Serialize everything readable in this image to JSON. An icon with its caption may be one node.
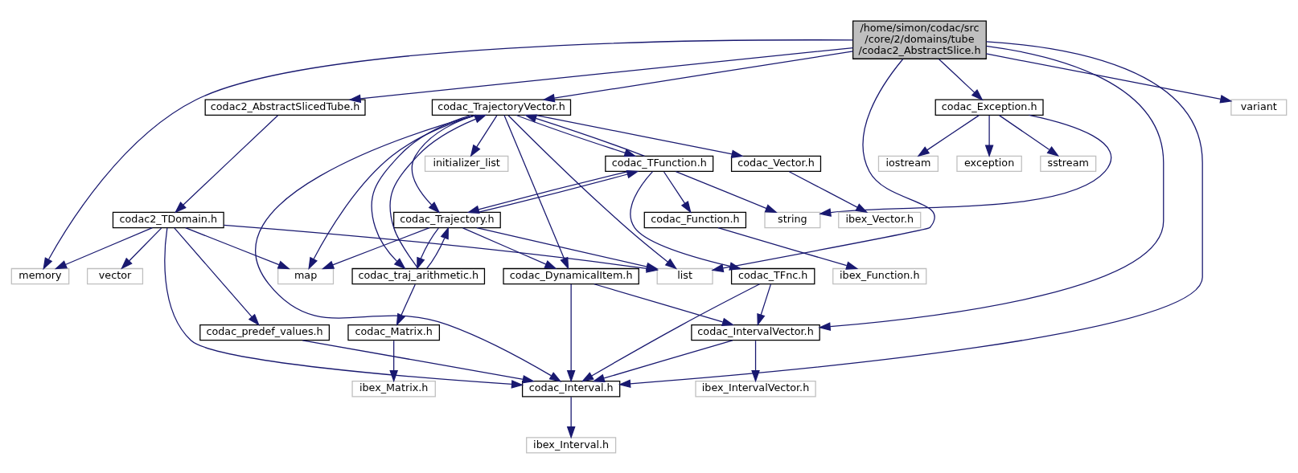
{
  "diagram": {
    "nodes": [
      {
        "text": [
          "/home/simon/codac/src /core/2/domains/tube /codac2_AbstractSlice.h"
        ]
      },
      {
        "text": [
          "codac2_AbstractSlicedTube.h"
        ]
      },
      {
        "text": [
          "codac_TrajectoryVector.h"
        ]
      },
      {
        "text": [
          "codac_Exception.h"
        ]
      },
      {
        "text": [
          "variant"
        ]
      },
      {
        "text": [
          "codac_Vector.h"
        ]
      },
      {
        "text": [
          "initializer_list"
        ]
      },
      {
        "text": [
          "codac_TFunction.h"
        ]
      },
      {
        "text": [
          "sstream"
        ]
      },
      {
        "text": [
          "iostream"
        ]
      },
      {
        "text": [
          "exception"
        ]
      },
      {
        "text": [
          "codac2_TDomain.h"
        ]
      },
      {
        "text": [
          "ibex_Vector.h"
        ]
      },
      {
        "text": [
          "codac_Trajectory.h"
        ]
      },
      {
        "text": [
          "codac_Function.h"
        ]
      },
      {
        "text": [
          "string"
        ]
      },
      {
        "text": [
          "memory"
        ]
      },
      {
        "text": [
          "vector"
        ]
      },
      {
        "text": [
          "map"
        ]
      },
      {
        "text": [
          "list"
        ]
      },
      {
        "text": [
          "codac_DynamicalItem.h"
        ]
      },
      {
        "text": [
          "codac_TFnc.h"
        ]
      },
      {
        "text": [
          "codac_traj_arithmetic.h"
        ]
      },
      {
        "text": [
          "ibex_Function.h"
        ]
      },
      {
        "text": [
          "codac_predef_values.h"
        ]
      },
      {
        "text": [
          "codac_IntervalVector.h"
        ]
      },
      {
        "text": [
          "codac_Matrix.h"
        ]
      },
      {
        "text": [
          "codac_Interval.h"
        ]
      },
      {
        "text": [
          "ibex_IntervalVector.h"
        ]
      },
      {
        "text": [
          "ibex_Matrix.h"
        ]
      },
      {
        "text": [
          "ibex_Interval.h"
        ]
      }
    ],
    "edges": [
      {
        "from": 0,
        "to": 16,
        "arrow": "to"
      },
      {
        "from": 0,
        "to": 27,
        "arrow": "to"
      },
      {
        "from": 0,
        "to": 1,
        "arrow": "to"
      },
      {
        "from": 0,
        "to": 19,
        "arrow": "to"
      },
      {
        "from": 0,
        "to": 2,
        "arrow": "to"
      },
      {
        "from": 0,
        "to": 25,
        "arrow": "to"
      },
      {
        "from": 0,
        "to": 3,
        "arrow": "to"
      },
      {
        "from": 0,
        "to": 4,
        "arrow": "to"
      },
      {
        "from": 1,
        "to": 11,
        "arrow": "to"
      },
      {
        "from": 2,
        "to": 27,
        "arrow": "to"
      },
      {
        "from": 2,
        "to": 18,
        "arrow": "to"
      },
      {
        "from": 2,
        "to": 5,
        "arrow": "to"
      },
      {
        "from": 2,
        "to": 6,
        "arrow": "to"
      },
      {
        "from": 2,
        "to": 19,
        "arrow": "to"
      },
      {
        "from": 2,
        "to": 20,
        "arrow": "to"
      },
      {
        "from": 2,
        "to": 13,
        "arrow": "to"
      },
      {
        "from": 2,
        "to": 7,
        "arrow": "to"
      },
      {
        "from": 2,
        "to": 22,
        "arrow": "to"
      },
      {
        "from": 3,
        "to": 8,
        "arrow": "to"
      },
      {
        "from": 3,
        "to": 9,
        "arrow": "to"
      },
      {
        "from": 3,
        "to": 15,
        "arrow": "to"
      },
      {
        "from": 3,
        "to": 10,
        "arrow": "to"
      },
      {
        "from": 5,
        "to": 12,
        "arrow": "to"
      },
      {
        "from": 7,
        "to": 2,
        "arrow": "to"
      },
      {
        "from": 7,
        "to": 13,
        "arrow": "to"
      },
      {
        "from": 7,
        "to": 21,
        "arrow": "to"
      },
      {
        "from": 7,
        "to": 14,
        "arrow": "to"
      },
      {
        "from": 7,
        "to": 15,
        "arrow": "to"
      },
      {
        "from": 11,
        "to": 16,
        "arrow": "to"
      },
      {
        "from": 11,
        "to": 17,
        "arrow": "to"
      },
      {
        "from": 11,
        "to": 27,
        "arrow": "to"
      },
      {
        "from": 11,
        "to": 24,
        "arrow": "to"
      },
      {
        "from": 11,
        "to": 18,
        "arrow": "to"
      },
      {
        "from": 11,
        "to": 19,
        "arrow": "to"
      },
      {
        "from": 13,
        "to": 7,
        "arrow": "to"
      },
      {
        "from": 13,
        "to": 18,
        "arrow": "to"
      },
      {
        "from": 13,
        "to": 19,
        "arrow": "to"
      },
      {
        "from": 13,
        "to": 20,
        "arrow": "to"
      },
      {
        "from": 13,
        "to": 22,
        "arrow": "to"
      },
      {
        "from": 14,
        "to": 23,
        "arrow": "to"
      },
      {
        "from": 20,
        "to": 27,
        "arrow": "to"
      },
      {
        "from": 20,
        "to": 25,
        "arrow": "to"
      },
      {
        "from": 21,
        "to": 27,
        "arrow": "to"
      },
      {
        "from": 21,
        "to": 25,
        "arrow": "to"
      },
      {
        "from": 22,
        "to": 2,
        "arrow": "to"
      },
      {
        "from": 22,
        "to": 13,
        "arrow": "to"
      },
      {
        "from": 22,
        "to": 26,
        "arrow": "to"
      },
      {
        "from": 24,
        "to": 27,
        "arrow": "to"
      },
      {
        "from": 25,
        "to": 27,
        "arrow": "to"
      },
      {
        "from": 25,
        "to": 28,
        "arrow": "to"
      },
      {
        "from": 26,
        "to": 29,
        "arrow": "to"
      },
      {
        "from": 27,
        "to": 30,
        "arrow": "to"
      }
    ]
  }
}
